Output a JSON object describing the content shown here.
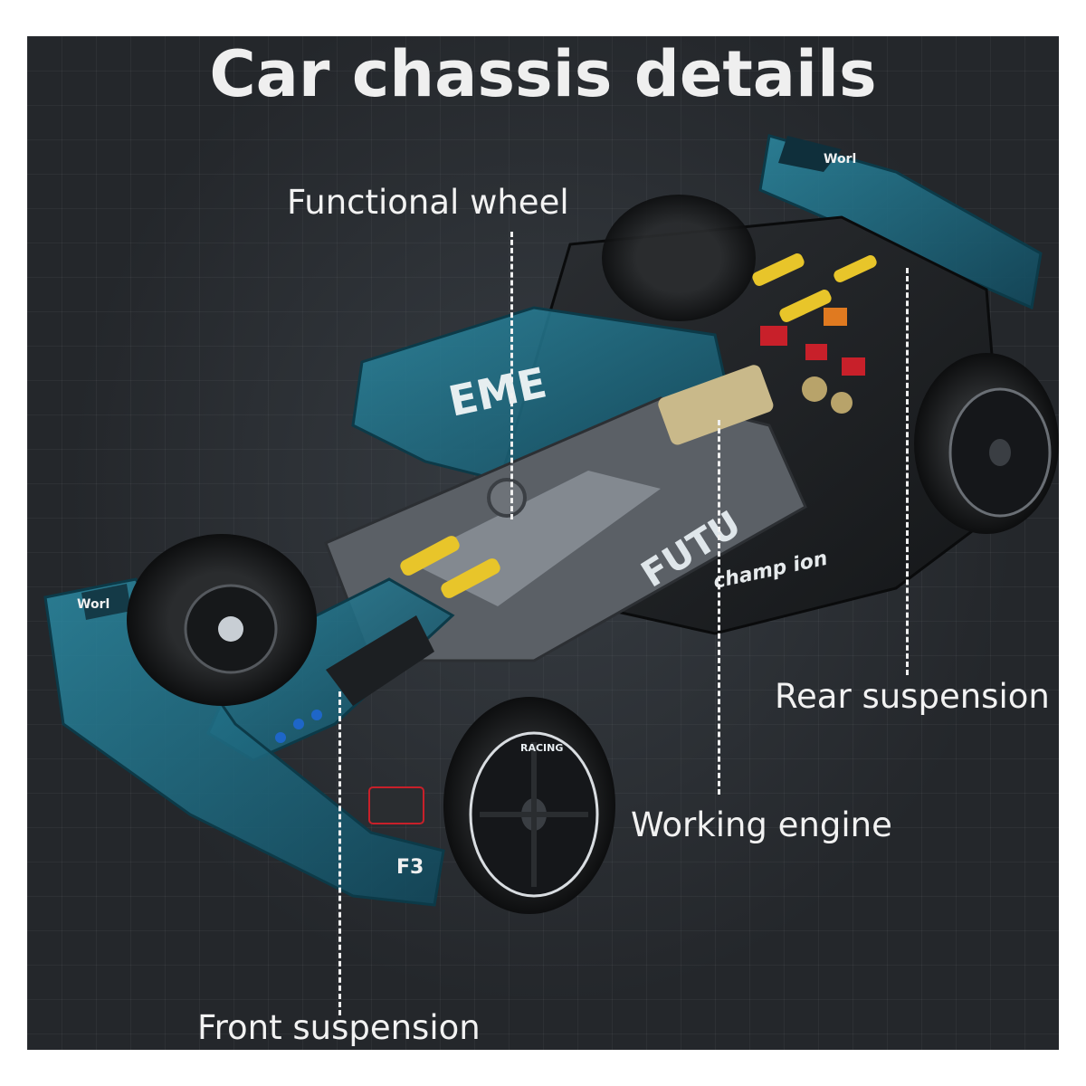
{
  "title": "Car chassis details",
  "callouts": {
    "functional_wheel": "Functional wheel",
    "rear_suspension": "Rear suspension",
    "working_engine": "Working engine",
    "front_suspension": "Front suspension"
  },
  "car_decals": {
    "sidepod_text": "EME",
    "body_text": "FUTU",
    "side_script": "champ ion",
    "wing_badge": "F3",
    "nose_badge": "Worl",
    "tire_text": "RACING"
  },
  "colors": {
    "background": "#24272b",
    "body_teal": "#1f6f86",
    "text": "#f2f2f2",
    "accent_yellow": "#e8c52a",
    "accent_red": "#c8202a"
  }
}
